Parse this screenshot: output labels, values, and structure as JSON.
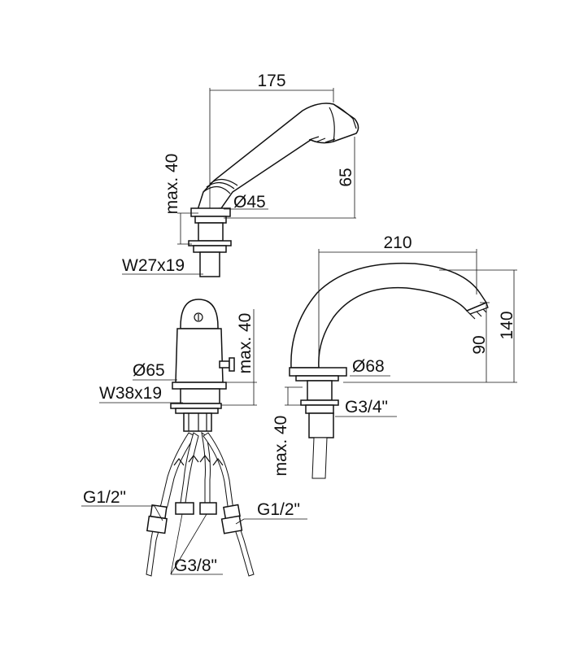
{
  "drawing": {
    "hand_shower": {
      "length": "175",
      "height": "65",
      "diameter": "Ø45",
      "depth": "max. 40",
      "thread": "W27x19"
    },
    "mixer": {
      "diameter": "Ø65",
      "depth": "max. 40",
      "thread": "W38x19",
      "inlet_left": "G1/2\"",
      "inlet_right": "G1/2\"",
      "outlet": "G3/8\""
    },
    "spout": {
      "reach": "210",
      "height_outlet": "90",
      "height_total": "140",
      "diameter": "Ø68",
      "thread": "G3/4\"",
      "depth": "max. 40"
    }
  }
}
